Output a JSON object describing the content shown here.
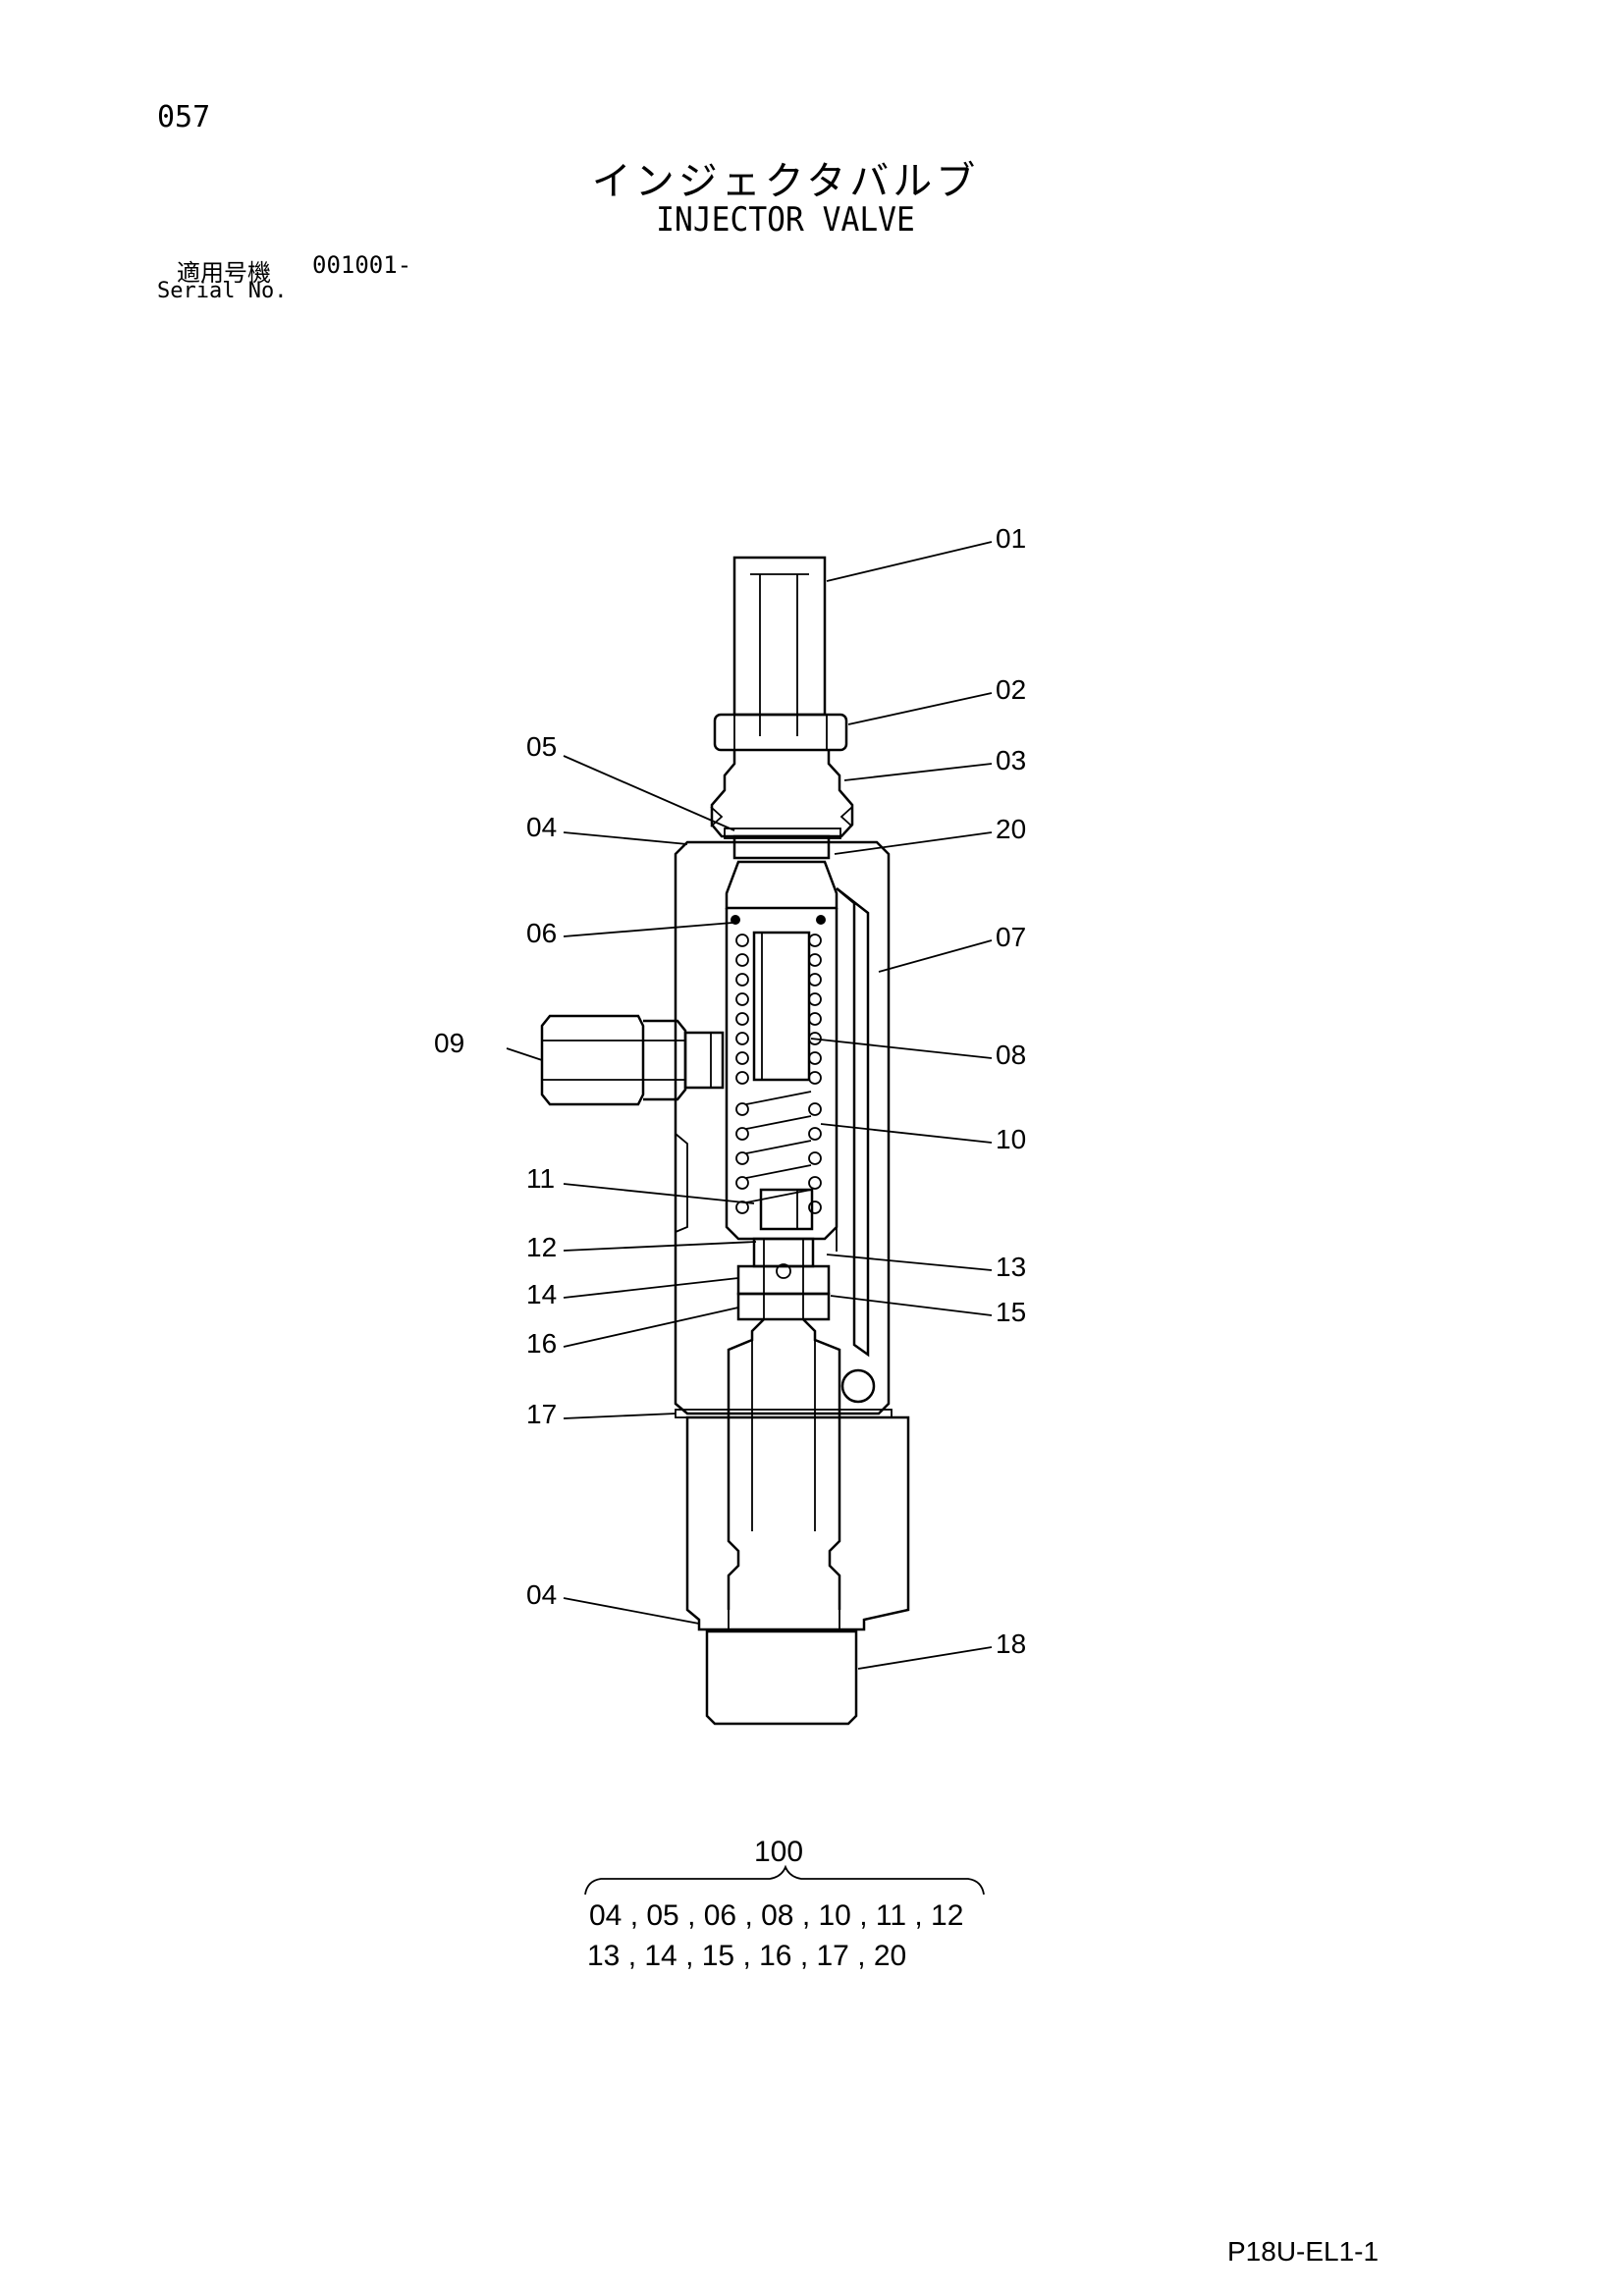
{
  "page_number": "057",
  "title_jp": "インジェクタバルブ",
  "title_en": "INJECTOR VALVE",
  "serial": {
    "label_jp": "適用号機",
    "value": "001001-",
    "label_en": "Serial No."
  },
  "callouts": [
    {
      "id": "01",
      "text": "01"
    },
    {
      "id": "02",
      "text": "02"
    },
    {
      "id": "03",
      "text": "03"
    },
    {
      "id": "20",
      "text": "20"
    },
    {
      "id": "07",
      "text": "07"
    },
    {
      "id": "08",
      "text": "08"
    },
    {
      "id": "10",
      "text": "10"
    },
    {
      "id": "13",
      "text": "13"
    },
    {
      "id": "15",
      "text": "15"
    },
    {
      "id": "18",
      "text": "18"
    },
    {
      "id": "05",
      "text": "05"
    },
    {
      "id": "04a",
      "text": "04"
    },
    {
      "id": "06",
      "text": "06"
    },
    {
      "id": "09",
      "text": "09"
    },
    {
      "id": "11",
      "text": "11"
    },
    {
      "id": "12",
      "text": "12"
    },
    {
      "id": "14",
      "text": "14"
    },
    {
      "id": "16",
      "text": "16"
    },
    {
      "id": "17",
      "text": "17"
    },
    {
      "id": "04b",
      "text": "04"
    }
  ],
  "assembly": {
    "number": "100",
    "line1": "04 , 05 , 06 , 08 , 10 , 11 , 12",
    "line2": "13 , 14 , 15 , 16 , 17 , 20"
  },
  "footer_code": "P18U-EL1-1"
}
